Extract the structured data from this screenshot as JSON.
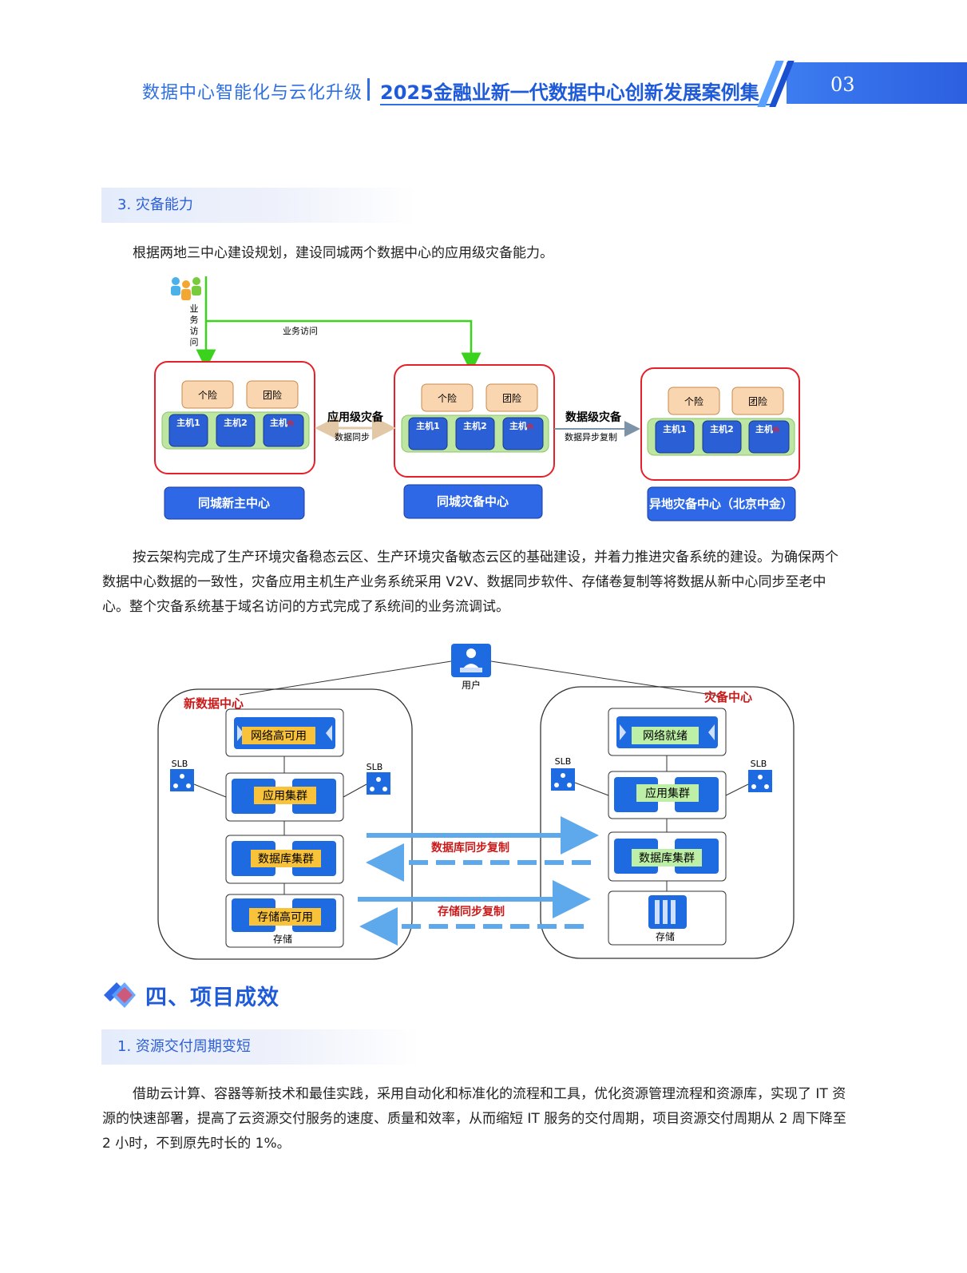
{
  "header": {
    "left_title": "数据中心智能化与云化升级",
    "right_title": "2025金融业新一代数据中心创新发展案例集",
    "page_number": "03"
  },
  "section1": {
    "heading": "3. 灾备能力",
    "intro": "根据两地三中心建设规划，建设同城两个数据中心的应用级灾备能力。"
  },
  "diagram1": {
    "vertical_access_label": [
      "业",
      "务",
      "访",
      "问"
    ],
    "horizontal_access_label": "业务访问",
    "link1_title": "应用级灾备",
    "link1_sub": "数据同步",
    "link2_title": "数据级灾备",
    "link2_sub": "数据异步复制",
    "box_labels": [
      "个险",
      "团险"
    ],
    "host_labels": [
      "主机1",
      "主机2",
      "主机"
    ],
    "host_suffix": "n",
    "centers": [
      "同城新主中心",
      "同城灾备中心",
      "异地灾备中心（北京中金）"
    ]
  },
  "section1_body": "按云架构完成了生产环境灾备稳态云区、生产环境灾备敏态云区的基础建设，并着力推进灾备系统的建设。为确保两个数据中心数据的一致性，灾备应用主机生产业务系统采用 V2V、数据同步软件、存储卷复制等将数据从新中心同步至老中心。整个灾备系统基于域名访问的方式完成了系统间的业务流调试。",
  "diagram2": {
    "user_label": "用户",
    "left_title": "新数据中心",
    "right_title": "灾备中心",
    "slb": "SLB",
    "left_layers": [
      "网络高可用",
      "应用集群",
      "数据库集群",
      "存储高可用"
    ],
    "right_layers": [
      "网络就绪",
      "应用集群",
      "数据库集群"
    ],
    "storage_label": "存储",
    "db_sync": "数据库同步复制",
    "storage_sync": "存储同步复制",
    "colors": {
      "red": "#cc1a1a",
      "orange_label": "#f8c23a",
      "green_label": "#bdf0a6",
      "arrow": "#5ea9ec"
    }
  },
  "section2": {
    "big_title": "四、项目成效",
    "heading": "1. 资源交付周期变短",
    "body": "借助云计算、容器等新技术和最佳实践，采用自动化和标准化的流程和工具，优化资源管理流程和资源库，实现了 IT 资源的快速部署，提高了云资源交付服务的速度、质量和效率，从而缩短 IT 服务的交付周期，项目资源交付周期从 2 周下降至 2 小时，不到原先时长的 1%。"
  }
}
